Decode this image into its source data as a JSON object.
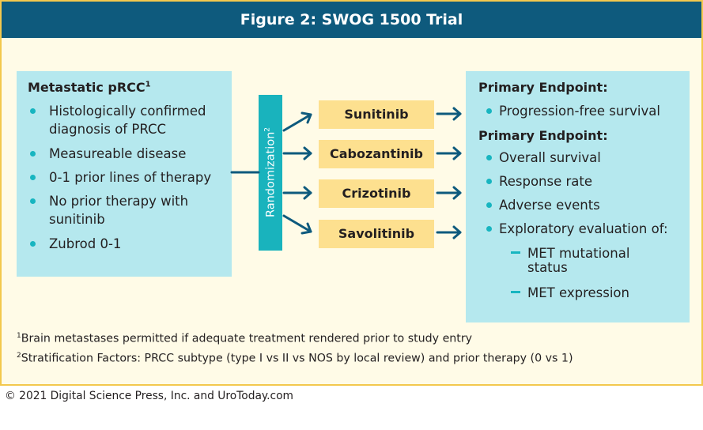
{
  "title": "Figure 2: SWOG 1500 Trial",
  "eligibility": {
    "title": "Metastatic pRCC",
    "title_sup": "1",
    "items": [
      [
        "Histologically confirmed",
        "diagnosis of PRCC"
      ],
      [
        "Measureable disease"
      ],
      [
        "0-1 prior lines of therapy"
      ],
      [
        "No prior therapy with",
        "sunitinib"
      ],
      [
        "Zubrod 0-1"
      ]
    ]
  },
  "randomization": {
    "label": "Randomization",
    "sup": "2"
  },
  "arms": [
    "Sunitinib",
    "Cabozantinib",
    "Crizotinib",
    "Savolitinib"
  ],
  "endpoints": {
    "primary_title": "Primary Endpoint:",
    "primary_items": [
      "Progression-free survival"
    ],
    "secondary_title": "Primary Endpoint:",
    "secondary_items": [
      "Overall survival",
      "Response rate",
      "Adverse events",
      "Exploratory evaluation of:"
    ],
    "sub_items": [
      [
        "MET mutational",
        "status"
      ],
      [
        "MET expression"
      ]
    ]
  },
  "footnotes": [
    {
      "mark": "1",
      "text": "Brain metastases permitted if adequate treatment rendered prior to study entry"
    },
    {
      "mark": "2",
      "text": "Stratification Factors: PRCC subtype (type I vs II vs NOS by local review) and prior therapy (0 vs 1)"
    }
  ],
  "copyright": "© 2021 Digital Science Press, Inc. and UroToday.com",
  "colors": {
    "header": "#0e5a7d",
    "frame_border": "#f3c84d",
    "box": "#b5e8ee",
    "accent": "#19b3bd",
    "drug_box": "#fde08f"
  }
}
